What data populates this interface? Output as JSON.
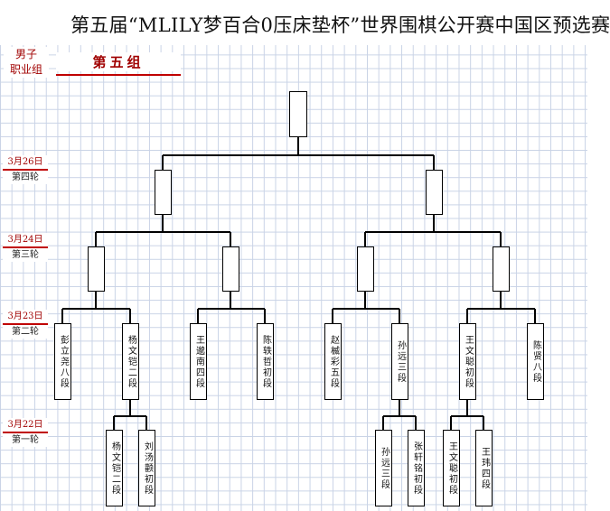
{
  "title": "第五届“MLILY梦百合0压床垫杯”世界围棋公开赛中国区预选赛",
  "division": [
    "男子",
    "职业组"
  ],
  "group": "第五组",
  "rounds": [
    {
      "date": "3月26日",
      "name": "第四轮"
    },
    {
      "date": "3月24日",
      "name": "第三轮"
    },
    {
      "date": "3月23日",
      "name": "第二轮"
    },
    {
      "date": "3月22日",
      "name": "第一轮"
    }
  ],
  "round2_players": [
    "彭立尧八段",
    "杨文铠二段",
    "王邈南四段",
    "陈轶哲初段",
    "赵楲彩五段",
    "孙远三段",
    "王文聪初段",
    "陈贤八段"
  ],
  "round1_players": [
    "杨文铠二段",
    "刘汤颧初段",
    "孙远三段",
    "张轩铭初段",
    "王文聪初段",
    "王玮四段"
  ]
}
